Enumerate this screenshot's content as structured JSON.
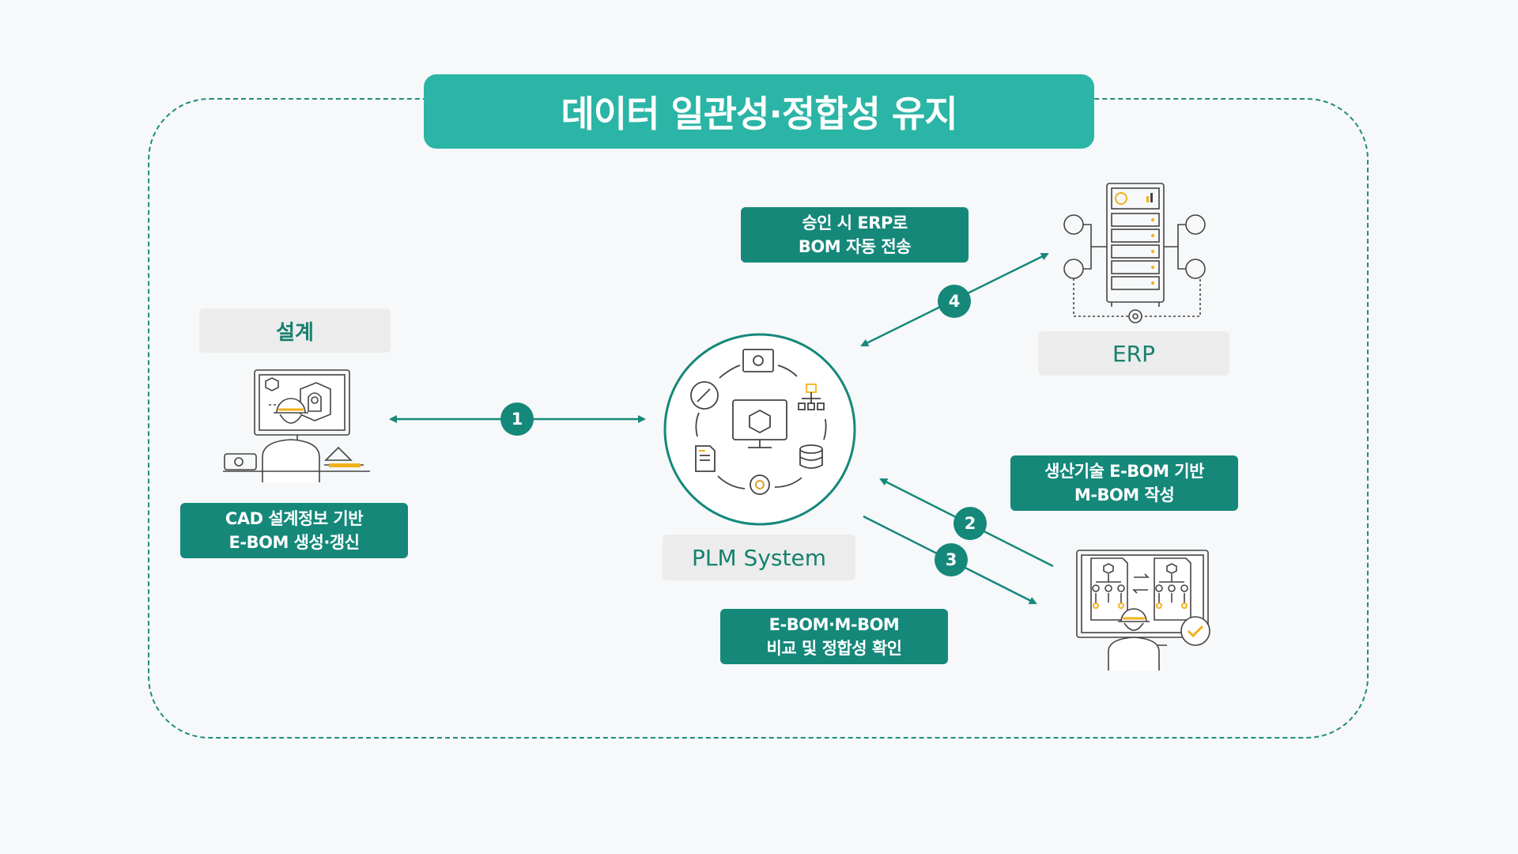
{
  "title": "데이터 일관성·정합성 유지",
  "nodes": {
    "design": "설계",
    "plm": "PLM System",
    "erp": "ERP"
  },
  "tags": {
    "design_line1": "CAD 설계정보 기반",
    "design_line2": "E-BOM 생성·갱신",
    "erp_line1": "승인 시 ERP로",
    "erp_line2": "BOM 자동 전송",
    "mfg_line1": "생산기술 E-BOM 기반",
    "mfg_line2": "M-BOM 작성",
    "compare_line1": "E-BOM·M-BOM",
    "compare_line2": "비교 및 정합성 확인"
  },
  "steps": [
    "1",
    "2",
    "3",
    "4"
  ],
  "icons": {
    "design": "engineer-at-cad-workstation-icon",
    "plm": "plm-cycle-icon",
    "erp": "erp-server-rack-icon",
    "mfg": "engineer-comparing-bom-icon"
  },
  "colors": {
    "accent": "#15887a",
    "banner": "#2bb5a6",
    "label_bg": "#ececec",
    "highlight": "#f2b11b"
  }
}
